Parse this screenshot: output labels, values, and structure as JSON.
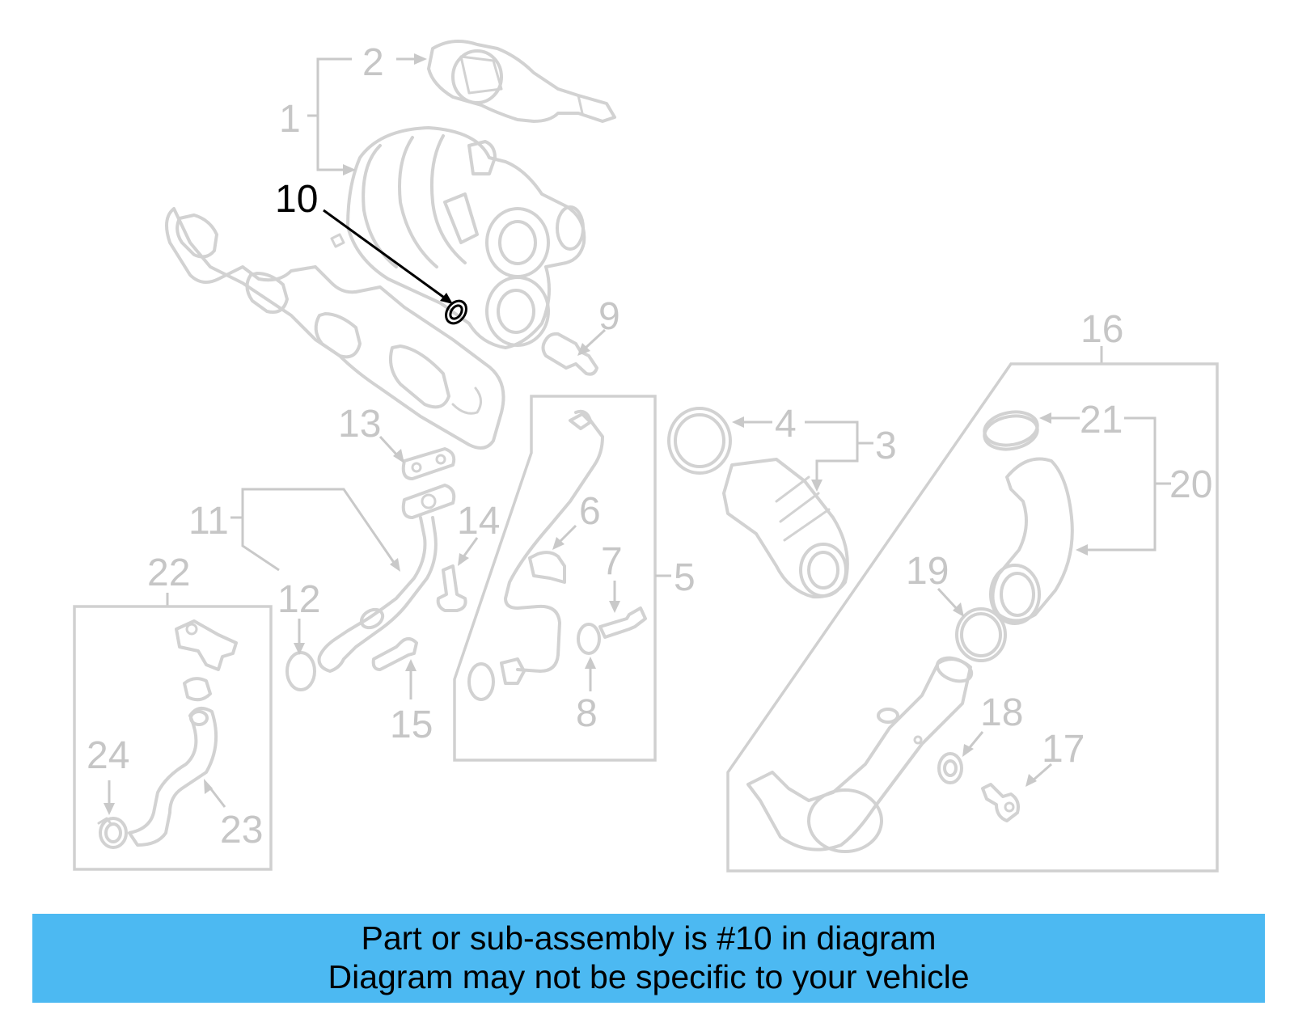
{
  "callouts": {
    "c1": "1",
    "c2": "2",
    "c3": "3",
    "c4": "4",
    "c5": "5",
    "c6": "6",
    "c7": "7",
    "c8": "8",
    "c9": "9",
    "c10": "10",
    "c11": "11",
    "c12": "12",
    "c13": "13",
    "c14": "14",
    "c15": "15",
    "c16": "16",
    "c17": "17",
    "c18": "18",
    "c19": "19",
    "c20": "20",
    "c21": "21",
    "c22": "22",
    "c23": "23",
    "c24": "24"
  },
  "highlighted_part": "10",
  "colors": {
    "banner": "#4cb9f2",
    "part_lines": "#d2d2d2",
    "highlight": "#000000"
  },
  "footer": {
    "line1": "Part or sub-assembly is #10 in diagram",
    "line2": "Diagram may not be specific to your vehicle"
  }
}
